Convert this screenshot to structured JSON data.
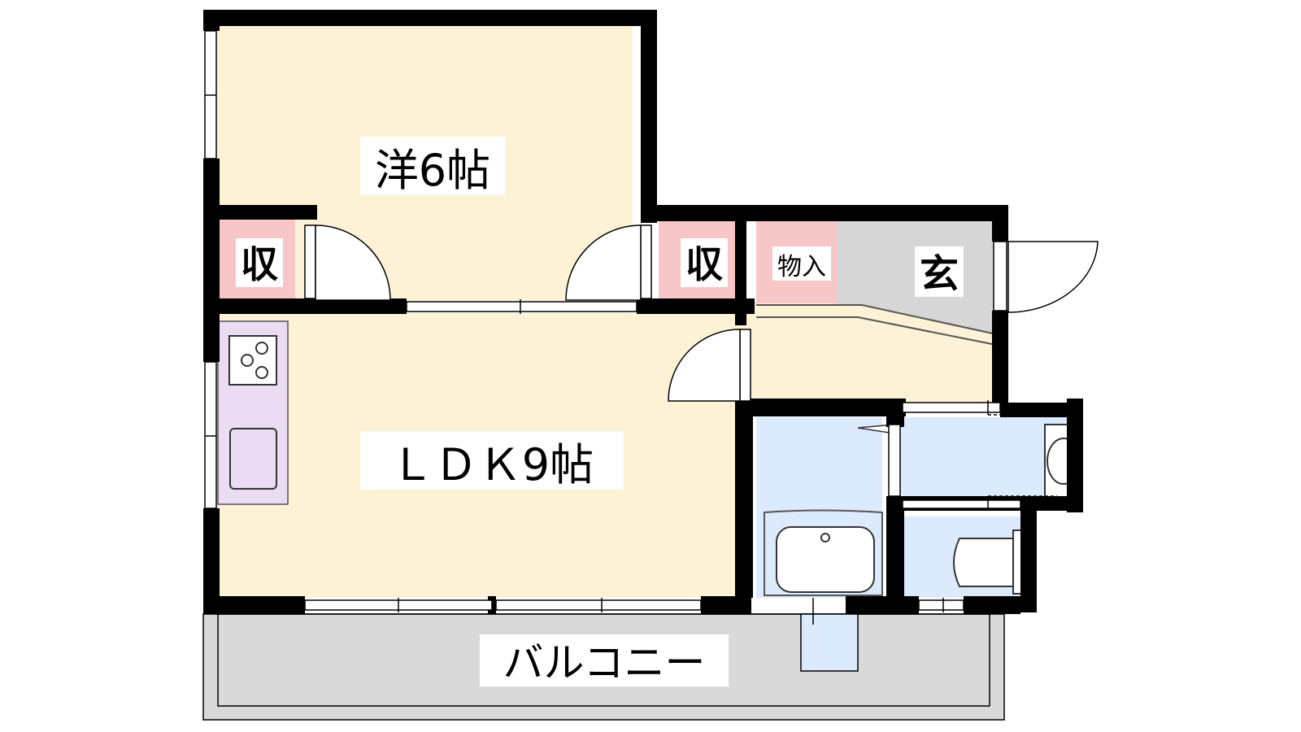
{
  "rooms": {
    "western": {
      "label": "洋6帖"
    },
    "ldk": {
      "label": "ＬＤＫ9帖"
    },
    "storage_left": {
      "label": "収"
    },
    "storage_center": {
      "label": "収"
    },
    "storeroom": {
      "label": "物入"
    },
    "entrance": {
      "label": "玄"
    },
    "balcony": {
      "label": "バルコニー"
    }
  },
  "colors": {
    "room_fill": "#fdf2d6",
    "storage_fill": "#f7c6c6",
    "entrance_fill": "#d6d6d6",
    "balcony_fill": "#d9d9d9",
    "wet_fill": "#dbeafd",
    "kitchen_fill": "#eadcf3",
    "wall": "#000000"
  }
}
